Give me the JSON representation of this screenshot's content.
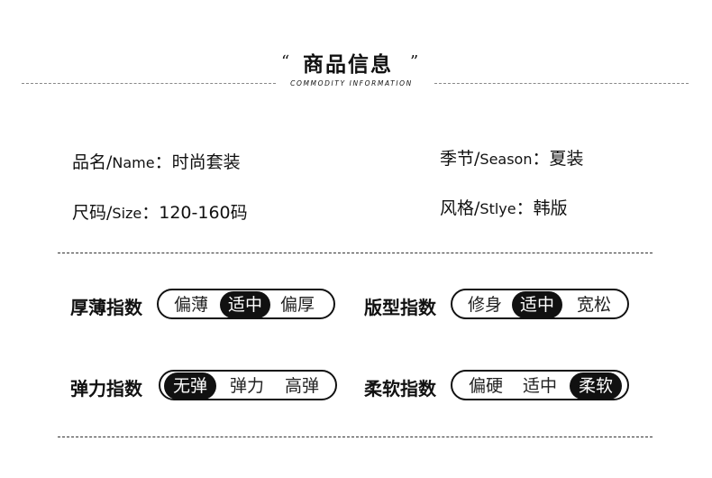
{
  "header": {
    "quote_open": "“",
    "quote_close": "”",
    "title": "商品信息",
    "subtitle": "COMMODITY INFORMATION"
  },
  "info": {
    "name_label": "品名/",
    "name_en": "Name",
    "name_value": "：时尚套装",
    "season_label": "季节/",
    "season_en": "Season",
    "season_value": "：夏装",
    "size_label": "尺码/",
    "size_en": "Size",
    "size_value": "：120-160码",
    "style_label": "风格/",
    "style_en": "Stlye",
    "style_value": "：韩版"
  },
  "indexes": {
    "thickness": {
      "label": "厚薄指数",
      "options": [
        "偏薄",
        "适中",
        "偏厚"
      ],
      "selected": "适中"
    },
    "fit": {
      "label": "版型指数",
      "options": [
        "修身",
        "适中",
        "宽松"
      ],
      "selected": "适中"
    },
    "elasticity": {
      "label": "弹力指数",
      "options": [
        "无弹",
        "弹力",
        "高弹"
      ],
      "selected": "无弹"
    },
    "softness": {
      "label": "柔软指数",
      "options": [
        "偏硬",
        "适中",
        "柔软"
      ],
      "selected": "柔软"
    }
  }
}
